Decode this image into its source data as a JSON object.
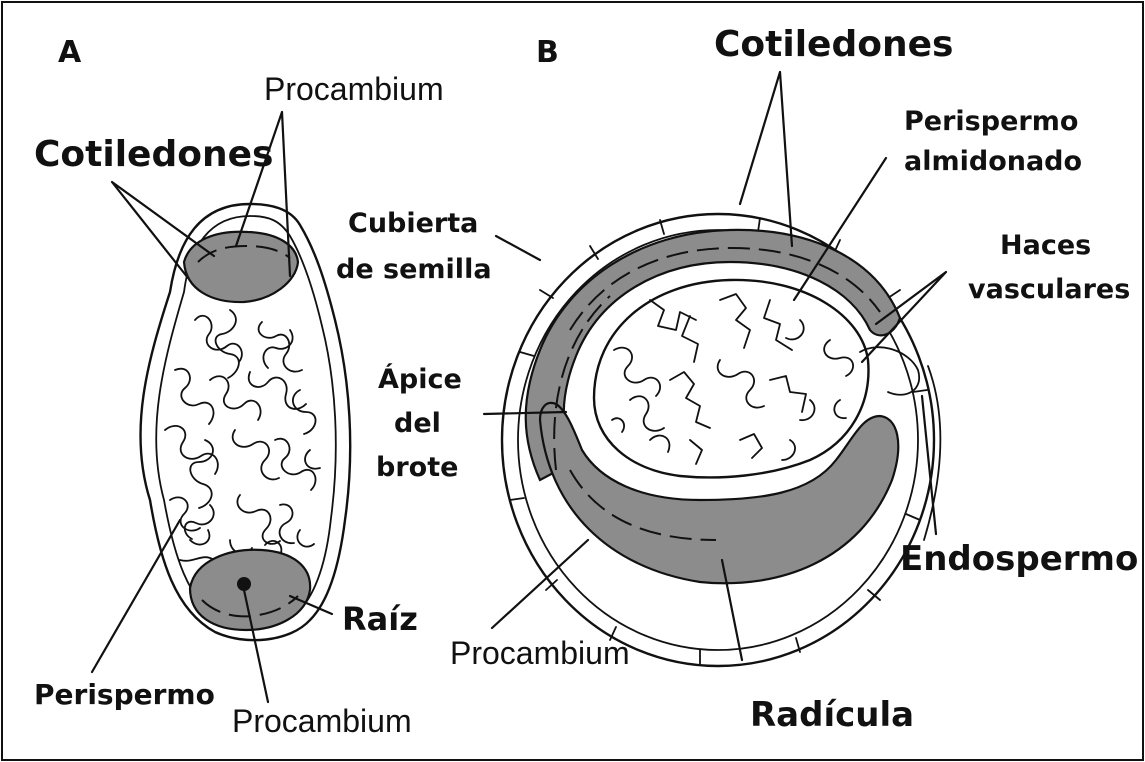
{
  "panel_a": {
    "letter": "A",
    "labels": {
      "procambium_top": "Procambium",
      "cotiledones": "Cotiledones",
      "raiz": "Raíz",
      "perispermo": "Perispermo",
      "procambium_bottom": "Procambium"
    }
  },
  "panel_b": {
    "letter": "B",
    "labels": {
      "cotiledones": "Cotiledones",
      "perispermo_line1": "Perispermo",
      "perispermo_line2": "almidonado",
      "cubierta_line1": "Cubierta",
      "cubierta_line2": "de semilla",
      "haces_line1": "Haces",
      "haces_line2": "vasculares",
      "apice_line1": "Ápice",
      "apice_line2": "del",
      "apice_line3": "brote",
      "endospermo": "Endospermo",
      "procambium": "Procambium",
      "radicula": "Radícula"
    }
  },
  "colors": {
    "tissue_gray": "#8c8c8c",
    "ink": "#111111",
    "background": "#ffffff"
  }
}
